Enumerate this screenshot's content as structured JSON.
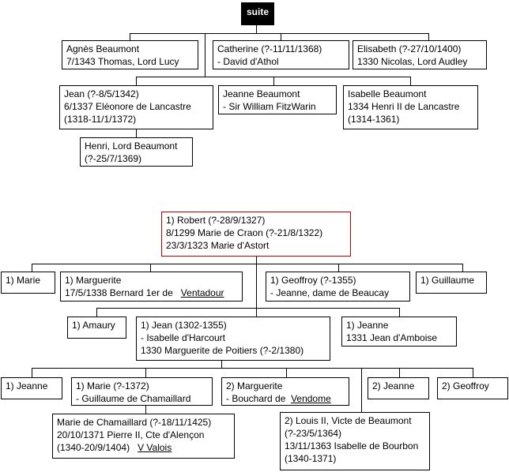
{
  "suite_label": "suite",
  "upper": {
    "agnes": {
      "l1": "Agnès Beaumont",
      "l2": "7/1343 Thomas, Lord Lucy"
    },
    "catherine": {
      "l1": "Catherine (?-11/11/1368)",
      "l2": "- David d'Athol"
    },
    "elisabeth": {
      "l1": "Elisabeth (?-27/10/1400)",
      "l2": "1330 Nicolas, Lord Audley"
    },
    "jean": {
      "l1": "Jean (?-8/5/1342)",
      "l2": "6/1337 Eléonore de Lancastre",
      "l3": "(1318-11/1/1372)"
    },
    "jeanne": {
      "l1": "Jeanne Beaumont",
      "l2": "- Sir William FitzWarin"
    },
    "isabelle": {
      "l1": "Isabelle Beaumont",
      "l2": "1334 Henri II de Lancastre",
      "l3": "(1314-1361)"
    },
    "henri": {
      "l1": "Henri, Lord Beaumont",
      "l2": "(?-25/7/1369)"
    }
  },
  "lower": {
    "robert": {
      "l1": "1) Robert (?-28/9/1327)",
      "l2": "8/1299 Marie de Craon (?-21/8/1322)",
      "l3": "23/3/1323 Marie d'Astort"
    },
    "marie1": {
      "l1": "1) Marie"
    },
    "marguerite1": {
      "l1": "1) Marguerite",
      "l2": "17/5/1338 Bernard 1er de",
      "link": "Ventadour"
    },
    "geoffroy1": {
      "l1": "1) Geoffroy (?-1355)",
      "l2": "- Jeanne, dame de Beaucay"
    },
    "guillaume": {
      "l1": "1) Guillaume"
    },
    "amaury": {
      "l1": "1) Amaury"
    },
    "jean1": {
      "l1": "1) Jean (1302-1355)",
      "l2": "- Isabelle d'Harcourt",
      "l3": "1330 Marguerite de Poitiers (?-2/1380)"
    },
    "jeanne1": {
      "l1": "1) Jeanne",
      "l2": "1331 Jean d'Amboise"
    },
    "jeanneA": {
      "l1": "1) Jeanne"
    },
    "marie2": {
      "l1": "1) Marie (?-1372)",
      "l2": "- Guillaume de Chamaillard"
    },
    "marguerite2": {
      "l1": "2) Marguerite",
      "l2": "- Bouchard de",
      "link": "Vendome"
    },
    "jeanne2": {
      "l1": "2) Jeanne"
    },
    "geoffroy2": {
      "l1": "2) Geoffroy"
    },
    "mariec": {
      "l1": "Marie de Chamaillard (?-18/11/1425)",
      "l2": "20/10/1371 Pierre II, Cte d'Alençon",
      "l3": "(1340-20/9/1404)",
      "link": "V Valois"
    },
    "louis": {
      "l1": "2) Louis II, Victe de Beaumont",
      "l2": "(?-23/5/1364)",
      "l3": "13/11/1363 Isabelle de Bourbon",
      "l4": "(1340-1371)"
    }
  }
}
